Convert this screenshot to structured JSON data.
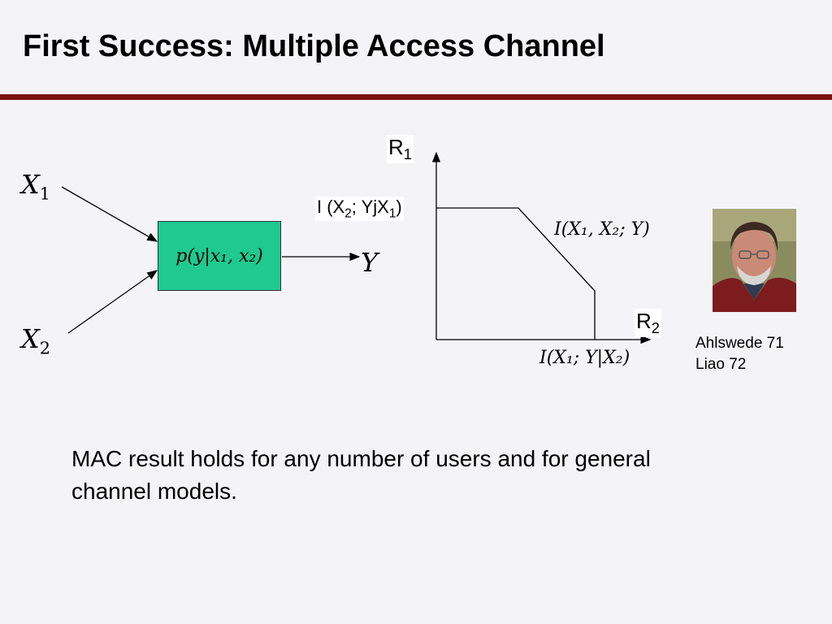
{
  "slide": {
    "title": "First Success: Multiple Access Channel",
    "body_text": "MAC result holds for any number of users and for general channel models."
  },
  "diagram": {
    "input1": {
      "var": "X",
      "sub": "1"
    },
    "input2": {
      "var": "X",
      "sub": "2"
    },
    "output": "Y",
    "channel_label": "p(y|x₁, x₂)"
  },
  "region": {
    "y_axis": {
      "var": "R",
      "sub": "1"
    },
    "x_axis": {
      "var": "R",
      "sub": "2"
    },
    "y_intercept": {
      "pre": "I (X",
      "sub1": "2",
      "mid": "; YjX",
      "sub2": "1",
      "post": ")"
    },
    "sum_rate": "I(X₁, X₂; Y)",
    "x_intercept": "I(X₁; Y|X₂)"
  },
  "photo": {
    "caption_line1": "Ahlswede 71",
    "caption_line2": "Liao 72"
  },
  "colors": {
    "rule": "#7a1212",
    "channel_box": "#1fc98f",
    "background": "#f4f4f6"
  }
}
